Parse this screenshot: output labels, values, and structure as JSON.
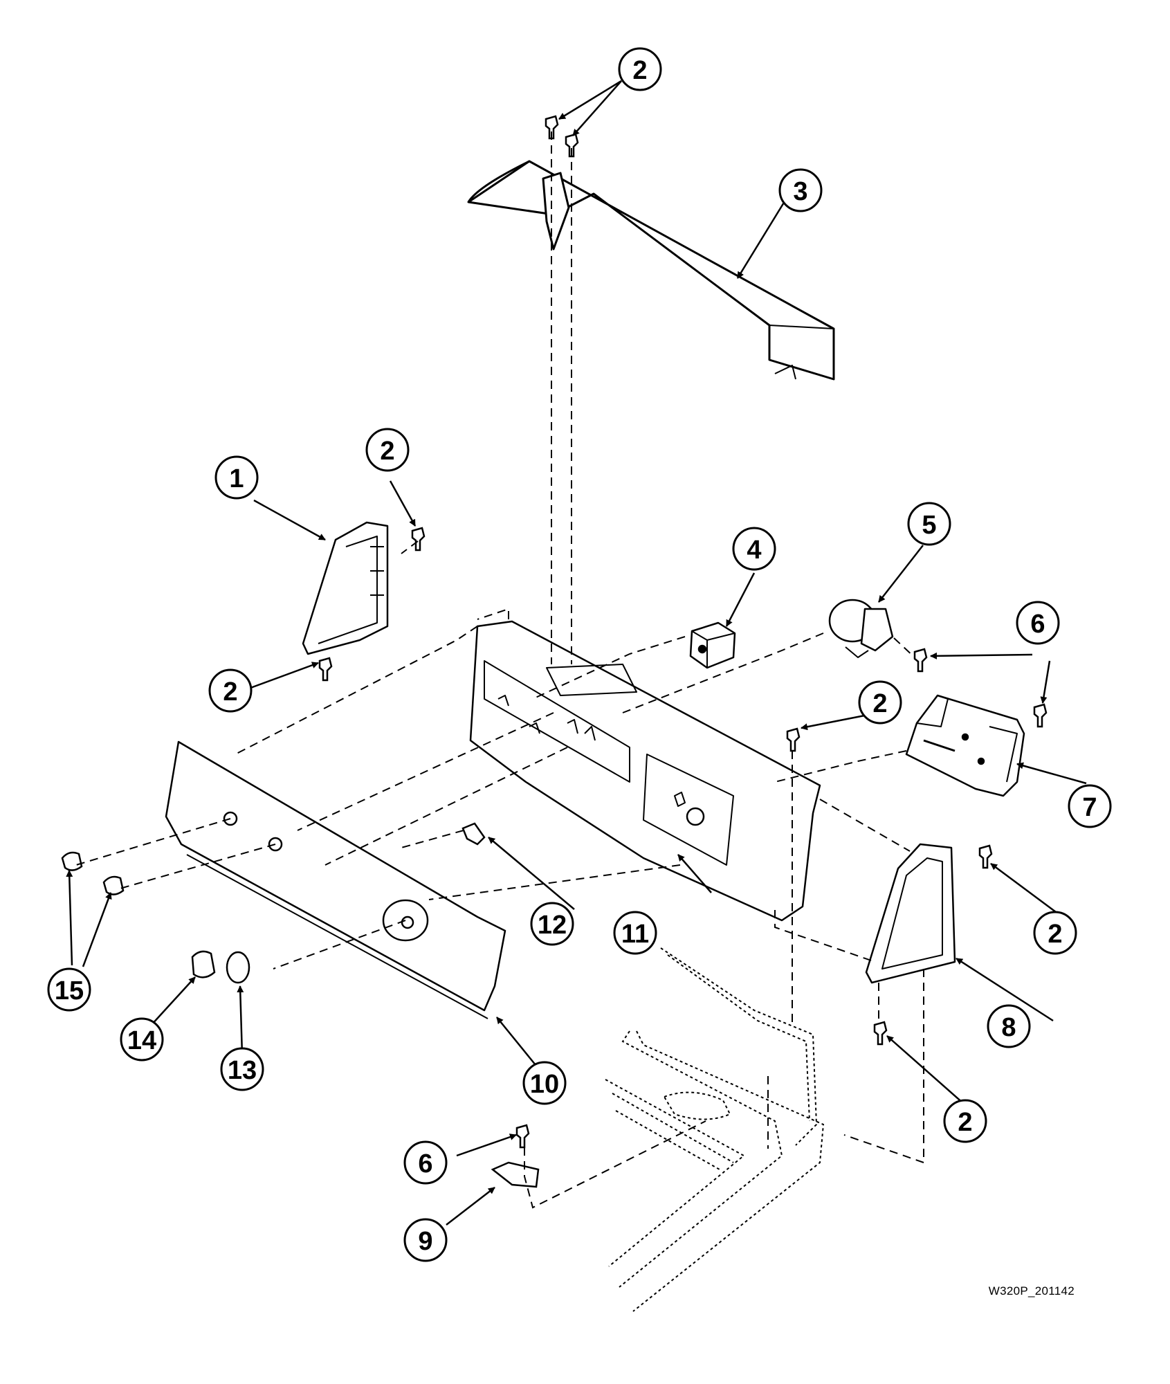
{
  "figure_id": "W320P_201142",
  "callouts": [
    {
      "label": "1"
    },
    {
      "label": "2"
    },
    {
      "label": "3"
    },
    {
      "label": "4"
    },
    {
      "label": "5"
    },
    {
      "label": "6"
    },
    {
      "label": "7"
    },
    {
      "label": "8"
    },
    {
      "label": "9"
    },
    {
      "label": "10"
    },
    {
      "label": "11"
    },
    {
      "label": "12"
    },
    {
      "label": "13"
    },
    {
      "label": "14"
    },
    {
      "label": "15"
    }
  ]
}
